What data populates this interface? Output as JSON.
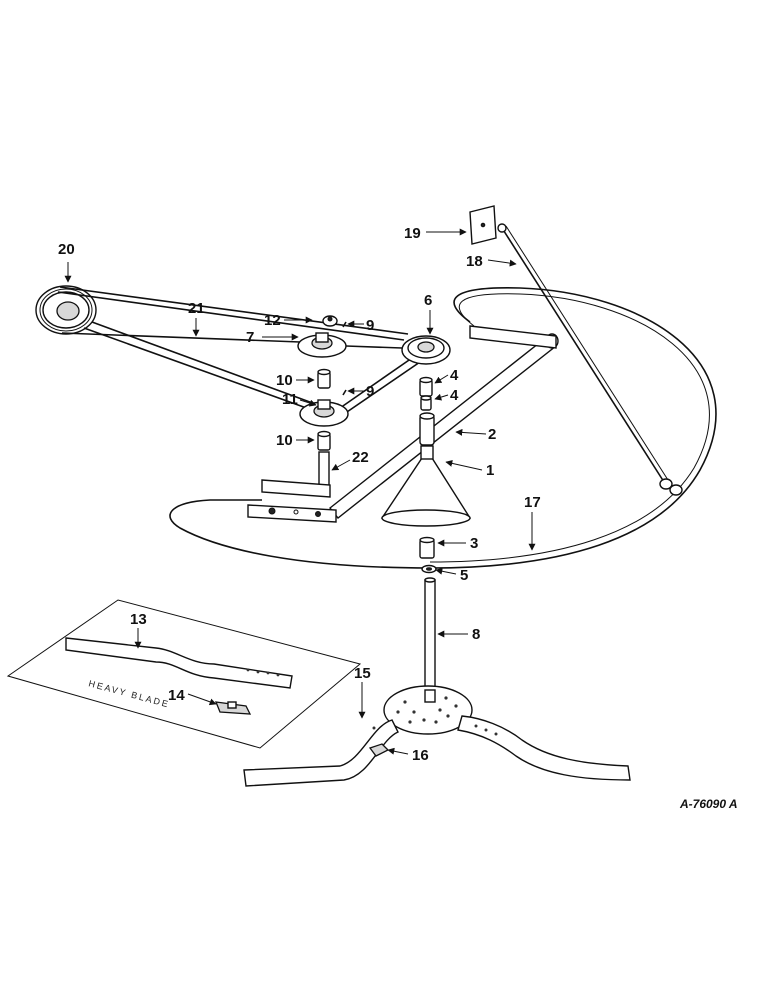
{
  "diagram": {
    "callouts": [
      "1",
      "2",
      "3",
      "4",
      "4",
      "5",
      "6",
      "7",
      "8",
      "9",
      "9",
      "10",
      "10",
      "11",
      "12",
      "13",
      "14",
      "15",
      "16",
      "17",
      "18",
      "19",
      "20",
      "21",
      "22"
    ],
    "drawing_id": "A-76090 A",
    "heavy_blade_label": "HEAVY BLADE"
  }
}
